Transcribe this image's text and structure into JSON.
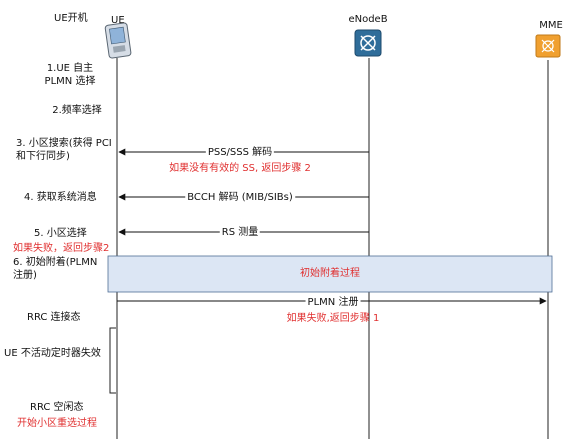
{
  "actors": {
    "ue_boot": "UE开机",
    "ue": "UE",
    "enodeb": "eNodeB",
    "mme": "MME"
  },
  "steps": {
    "s1": "1.UE 自主\nPLMN 选择",
    "s2": "2.频率选择",
    "s3": "3. 小区搜索(获得 PCI\n和下行同步)",
    "s4": "4. 获取系统消息",
    "s5": "5. 小区选择",
    "s5_fail": "如果失败，返回步骤2",
    "s6": "6. 初始附着(PLMN\n注册)"
  },
  "messages": {
    "pss_sss": "PSS/SSS 解码",
    "pss_sss_note": "如果没有有效的 SS, 返回步骤 2",
    "bcch": "BCCH 解码 (MIB/SIBs)",
    "rs": "RS 测量",
    "attach": "初始附着过程",
    "plmn": "PLMN 注册",
    "plmn_note": "如果失败,返回步骤 1"
  },
  "states": {
    "rrc_connected": "RRC 连接态",
    "inactivity_timer": "UE 不活动定时器失效",
    "rrc_idle": "RRC 空闲态",
    "reselection": "开始小区重选过程"
  },
  "colors": {
    "note_red": "#e03030",
    "mme_icon": "#f0a030",
    "enodeb_icon": "#2f6d9a",
    "attach_box": "#dce6f4"
  },
  "icons": {
    "ue": "mobile-phone-icon",
    "enodeb": "base-station-icon",
    "mme": "mme-server-icon"
  }
}
